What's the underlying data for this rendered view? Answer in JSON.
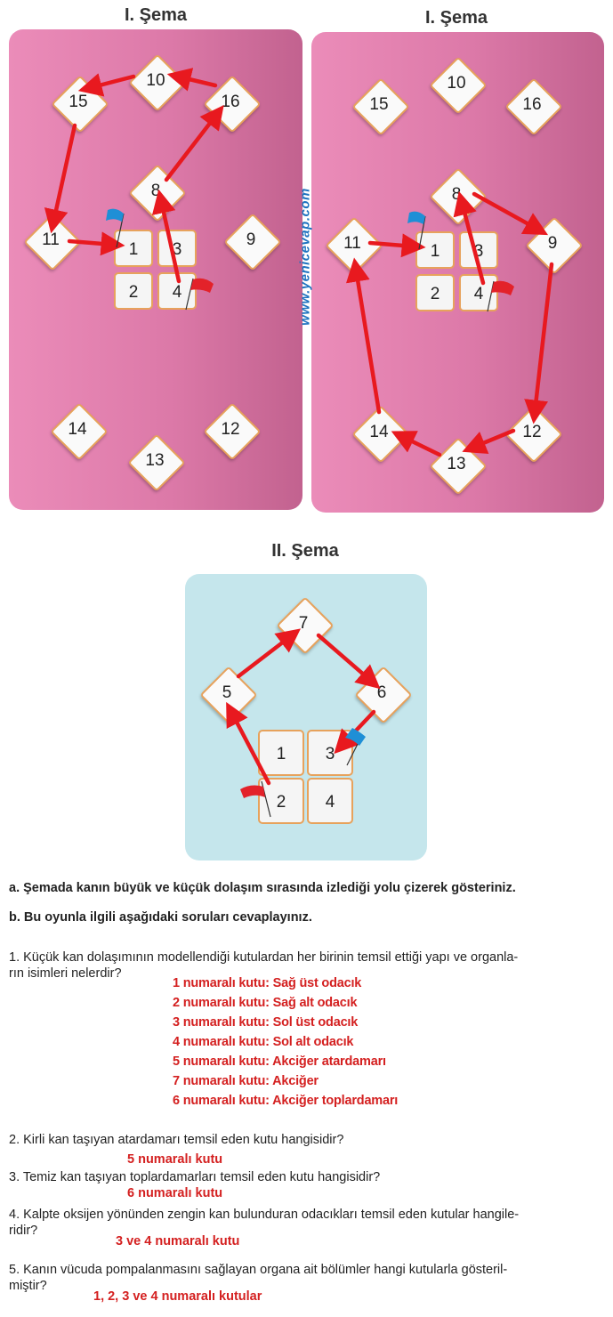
{
  "schema1_left": {
    "title": "I. Şema",
    "diamonds": {
      "d10": "10",
      "d15": "15",
      "d16": "16",
      "d8": "8",
      "d11": "11",
      "d9": "9",
      "d14": "14",
      "d12": "12",
      "d13": "13"
    },
    "boxes": {
      "b1": "1",
      "b3": "3",
      "b2": "2",
      "b4": "4"
    }
  },
  "schema1_right": {
    "title": "I. Şema",
    "diamonds": {
      "d10": "10",
      "d15": "15",
      "d16": "16",
      "d8": "8",
      "d11": "11",
      "d9": "9",
      "d14": "14",
      "d12": "12",
      "d13": "13"
    },
    "boxes": {
      "b1": "1",
      "b3": "3",
      "b2": "2",
      "b4": "4"
    }
  },
  "watermark": "www.yenicevap.com",
  "schema2": {
    "title": "II. Şema",
    "diamonds": {
      "d7": "7",
      "d5": "5",
      "d6": "6"
    },
    "boxes": {
      "b1": "1",
      "b3": "3",
      "b2": "2",
      "b4": "4"
    }
  },
  "colors": {
    "arrow": "#e8191f",
    "pink_panel": "#dc79a8",
    "blue_panel": "#c5e6ec",
    "diamond_border": "#e7a25c",
    "answer": "#d42020",
    "watermark": "#1e73c0"
  },
  "questions": {
    "a": "a. Şemada kanın büyük ve küçük dolaşım sırasında izlediği yolu çizerek gösteriniz.",
    "b": "b. Bu oyunla ilgili aşağıdaki soruları cevaplayınız.",
    "q1_line1": "1. Küçük kan dolaşımının modellendiği kutulardan her birinin temsil ettiği yapı ve organla-",
    "q1_line2": "rın isimleri nelerdir?",
    "q1_answers": [
      "1 numaralı kutu: Sağ üst odacık",
      "2 numaralı kutu: Sağ alt odacık",
      "3 numaralı kutu: Sol üst odacık",
      "4 numaralı kutu: Sol alt odacık",
      "5 numaralı kutu: Akciğer atardamarı",
      "7 numaralı kutu: Akciğer",
      "6 numaralı kutu: Akciğer toplardamarı"
    ],
    "q2": "2. Kirli kan taşıyan atardamarı temsil eden kutu hangisidir?",
    "q2_answer": "5 numaralı kutu",
    "q3": "3. Temiz kan taşıyan toplardamarları temsil eden kutu hangisidir?",
    "q3_answer": "6 numaralı kutu",
    "q4_line1": "4. Kalpte oksijen yönünden zengin kan bulunduran odacıkları temsil eden kutular hangile-",
    "q4_line2": "ridir?",
    "q4_answer": "3 ve 4 numaralı kutu",
    "q5_line1": "5. Kanın vücuda pompalanmasını sağlayan organa ait bölümler hangi kutularla gösteril-",
    "q5_line2": "miştir?",
    "q5_answer": "1, 2, 3 ve 4 numaralı kutular"
  }
}
